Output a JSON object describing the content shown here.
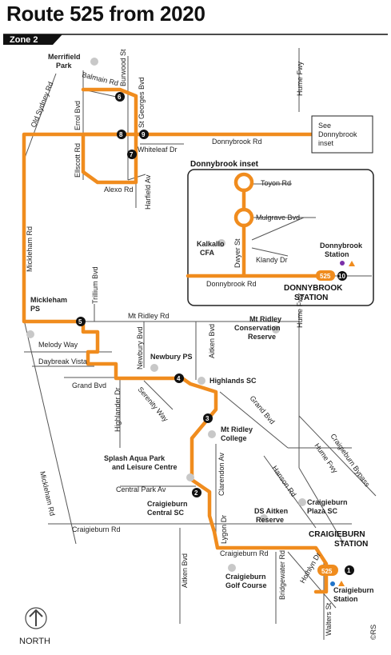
{
  "title": "Route 525 from 2020",
  "zone": "Zone 2",
  "route_number": "525",
  "colors": {
    "route": "#f08c1e",
    "road": "#555555",
    "poi": "#c8c8c8",
    "zone_bg": "#111111",
    "train": "#f08c1e",
    "tram": "#7a2fa8"
  },
  "roads": {
    "old_sydney": "Old Sydney Rd",
    "balmain": "Balmain Rd",
    "burwood": "Burwood St",
    "st_georges": "St Georges Bvd",
    "errol": "Errol Bvd",
    "ellscott": "Ellscott Rd",
    "whiteleaf": "Whiteleaf Dr",
    "donnybrook": "Donnybrook Rd",
    "alexo": "Alexo Rd",
    "harfield": "Harfield Av",
    "hume_top": "Hume Fwy",
    "mickleham": "Mickleham Rd",
    "trillium": "Trillium Bvd",
    "mt_ridley": "Mt Ridley Rd",
    "melody": "Melody Way",
    "daybreak": "Daybreak Vista",
    "newbury": "Newbury Bvd",
    "aitken_top": "Aitken Bvd",
    "grand_bvd_left": "Grand Bvd",
    "grand_bvd_right": "Grand Bvd",
    "highlander": "Highlander Dr",
    "serenity": "Serenity Way",
    "hume_mid": "Hume Fwy",
    "hume_low": "Hume Fwy",
    "craigieburn_bypass": "Craigieburn Bypass",
    "central_park": "Central Park Av",
    "clarendon": "Clarendon Av",
    "hanson": "Hanson Rd",
    "mickleham_low": "Mickleham Rd",
    "craigieburn_rd_left": "Craigieburn Rd",
    "craigieburn_rd_right": "Craigieburn Rd",
    "aitken_low": "Aitken Bvd",
    "lygon": "Lygon Dr",
    "bridgewater": "Bridgewater Rd",
    "hothlyn": "Hothlyn Dr",
    "walters": "Walters St"
  },
  "places": {
    "merrifield_park": [
      "Merrifield",
      "Park"
    ],
    "see_donnybrook": [
      "See",
      "Donnybrook",
      "inset"
    ],
    "mickleham_ps": [
      "Mickleham",
      "PS"
    ],
    "mt_ridley_reserve": [
      "Mt Ridley",
      "Conservation",
      "Reserve"
    ],
    "newbury_ps": "Newbury PS",
    "highlands_sc": "Highlands SC",
    "mt_ridley_college": [
      "Mt Ridley",
      "College"
    ],
    "splash": [
      "Splash Aqua Park",
      "and Leisure Centre"
    ],
    "craigieburn_central": [
      "Craigieburn",
      "Central SC"
    ],
    "ds_aitken": [
      "DS Aitken",
      "Reserve"
    ],
    "craigieburn_plaza": [
      "Craigieburn",
      "Plaza SC"
    ],
    "craigieburn_station_big": [
      "CRAIGIEBURN",
      "STATION"
    ],
    "craigieburn_golf": [
      "Craigieburn",
      "Golf Course"
    ],
    "craigieburn_station_small": [
      "Craigieburn",
      "Station"
    ]
  },
  "inset": {
    "title": "Donnybrook inset",
    "toyon": "Toyon Rd",
    "mulgrave": "Mulgrave Bvd",
    "kalkallo": [
      "Kalkallo",
      "CFA"
    ],
    "dwyer": "Dwyer St",
    "klandy": "Klandy Dr",
    "donnybrook_station": [
      "Donnybrook",
      "Station"
    ],
    "donnybrook_rd": "Donnybrook Rd",
    "station_big": [
      "DONNYBROOK",
      "STATION"
    ]
  },
  "stops": [
    "1",
    "2",
    "3",
    "4",
    "5",
    "6",
    "7",
    "8",
    "9",
    "10"
  ],
  "north_label": "NORTH",
  "ref_code": "©RS"
}
